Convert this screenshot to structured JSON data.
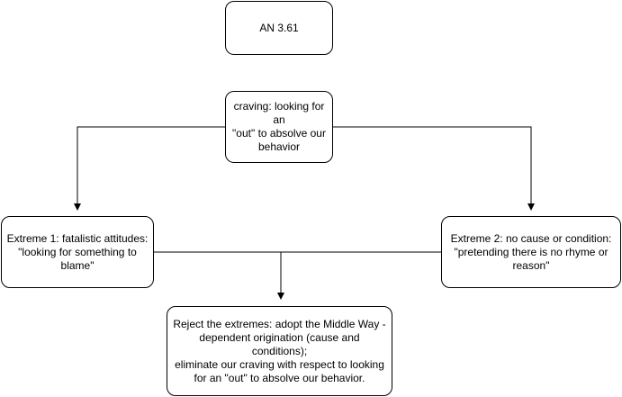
{
  "diagram": {
    "nodes": {
      "title": {
        "text": "AN 3.61"
      },
      "craving": {
        "text": "craving: looking for an\n\"out\" to absolve our\nbehavior"
      },
      "extreme1": {
        "text": "Extreme 1: fatalistic attitudes:\n\"looking for something to\nblame\""
      },
      "extreme2": {
        "text": "Extreme 2: no cause or condition:\n\"pretending there is no rhyme or\nreason\""
      },
      "middle_way": {
        "text": "Reject the extremes: adopt the Middle Way -\ndependent origination (cause and conditions);\neliminate our craving with respect to looking\nfor an \"out\" to absolve our behavior."
      }
    },
    "edges": [
      {
        "from": "craving",
        "to": "extreme1"
      },
      {
        "from": "craving",
        "to": "extreme2"
      },
      {
        "from": "extreme1",
        "to": "middle_way"
      },
      {
        "from": "extreme2",
        "to": "middle_way"
      }
    ],
    "colors": {
      "stroke": "#000000",
      "fill": "#ffffff",
      "text": "#000000"
    }
  }
}
